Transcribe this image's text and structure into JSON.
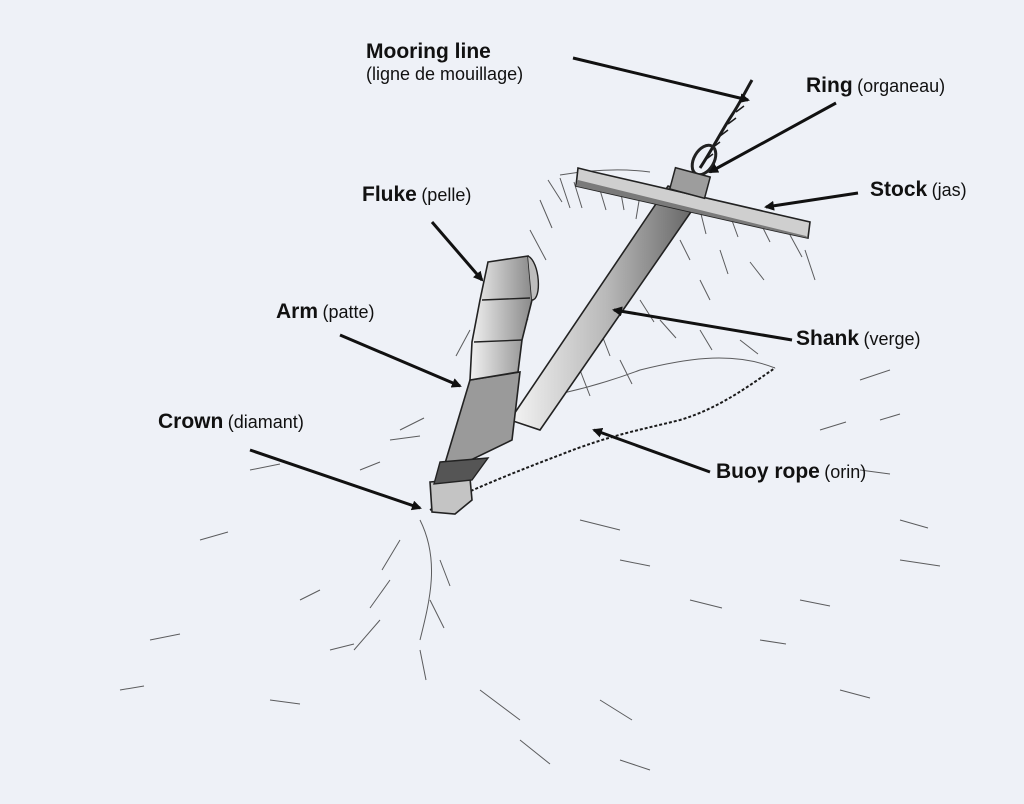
{
  "labels": {
    "mooring_line": {
      "name": "Mooring line",
      "french": "(ligne de mouillage)"
    },
    "ring": {
      "name": "Ring",
      "french": "(organeau)"
    },
    "stock": {
      "name": "Stock",
      "french": "(jas)"
    },
    "fluke": {
      "name": "Fluke",
      "french": "(pelle)"
    },
    "arm": {
      "name": "Arm",
      "french": "(patte)"
    },
    "shank": {
      "name": "Shank",
      "french": "(verge)"
    },
    "crown": {
      "name": "Crown",
      "french": "(diamant)"
    },
    "buoy_rope": {
      "name": "Buoy rope",
      "french": "(orin)"
    }
  },
  "colors": {
    "ink": "#111111",
    "paper": "#eef1f7",
    "metal_light": "#d9d9d9",
    "metal_dark": "#6b6b6b"
  }
}
